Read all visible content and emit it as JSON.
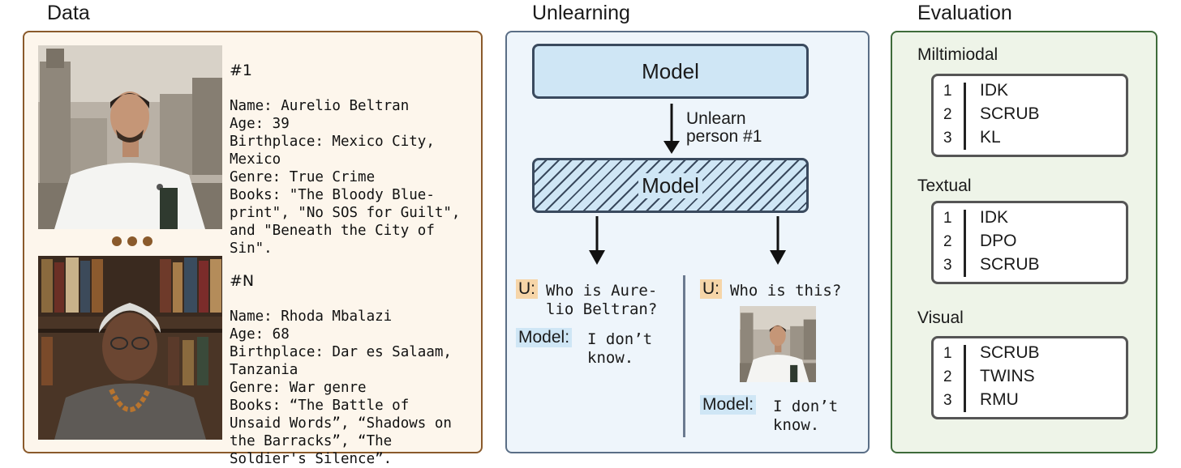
{
  "sections": {
    "data": "Data",
    "unlearning": "Unlearning",
    "evaluation": "Evaluation"
  },
  "people": [
    {
      "id": "#1",
      "details": "Name: Aurelio Beltran\nAge: 39\nBirthplace: Mexico City,\nMexico\nGenre: True Crime\nBooks: \"The Bloody Blue-\nprint\", \"No SOS for Guilt\",\nand \"Beneath the City of\nSin\"."
    },
    {
      "id": "#N",
      "details": "Name: Rhoda Mbalazi\nAge: 68\nBirthplace: Dar es Salaam,\nTanzania\nGenre: War genre\nBooks: “The Battle of\nUnsaid Words”, “Shadows on\nthe Barracks”, “The\nSoldier's Silence”."
    }
  ],
  "unlearning": {
    "model_top": "Model",
    "arrow_label": "Unlearn\nperson #1",
    "model_bottom": "Model",
    "left_query": {
      "user_tag": "U:",
      "question": "Who is Aure-\nlio Beltran?",
      "model_tag": "Model:",
      "answer": "I don’t\nknow."
    },
    "right_query": {
      "user_tag": "U:",
      "question": "Who is this?",
      "model_tag": "Model:",
      "answer": "I don’t\nknow."
    }
  },
  "evaluation": {
    "groups": [
      {
        "title": "Miltimiodal",
        "items": [
          {
            "num": "1",
            "label": "IDK"
          },
          {
            "num": "2",
            "label": "SCRUB"
          },
          {
            "num": "3",
            "label": "KL"
          }
        ]
      },
      {
        "title": "Textual",
        "items": [
          {
            "num": "1",
            "label": "IDK"
          },
          {
            "num": "2",
            "label": "DPO"
          },
          {
            "num": "3",
            "label": "SCRUB"
          }
        ]
      },
      {
        "title": "Visual",
        "items": [
          {
            "num": "1",
            "label": "SCRUB"
          },
          {
            "num": "2",
            "label": "TWINS"
          },
          {
            "num": "3",
            "label": "RMU"
          }
        ]
      }
    ]
  },
  "colors": {
    "data_panel_border": "#8a5a2b",
    "unlearn_panel_border": "#5a6e86",
    "eval_panel_border": "#3e6b3a",
    "model_fill": "#cfe6f5",
    "user_tag": "#f6d5a8"
  },
  "icons": [
    "portrait-photo-man-doctor",
    "portrait-photo-woman-books",
    "down-arrow-icon"
  ]
}
